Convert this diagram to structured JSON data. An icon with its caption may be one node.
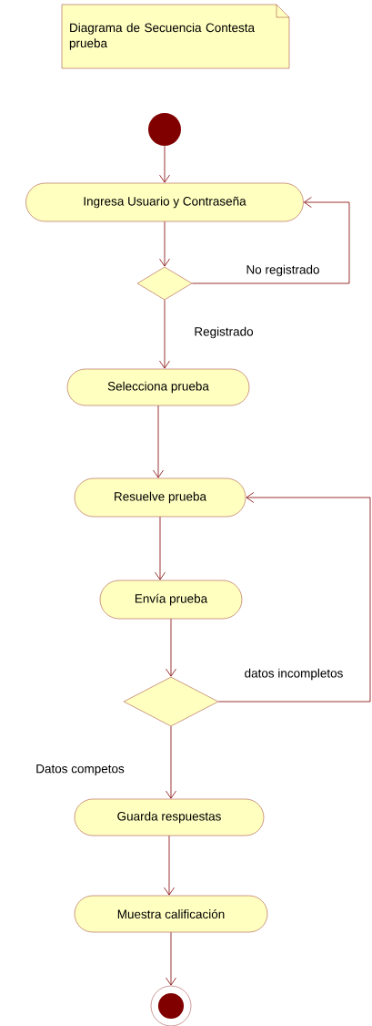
{
  "diagram": {
    "nodes": [
      {
        "text": [
          "Diagrama de Secuencia Contesta prueba"
        ]
      },
      {
        "text": [],
        "shape": "circle"
      },
      {
        "text": [
          "Ingresa Usuario y Contraseña"
        ]
      },
      {
        "text": [],
        "shape": "diamond"
      },
      {
        "text": [
          "Selecciona prueba"
        ]
      },
      {
        "text": [
          "Resuelve prueba"
        ]
      },
      {
        "text": [
          "Envía prueba"
        ]
      },
      {
        "text": [],
        "shape": "diamond"
      },
      {
        "text": [
          "Guarda respuestas"
        ]
      },
      {
        "text": [
          "Muestra calificación"
        ]
      },
      {
        "text": [],
        "shape": "bullseye"
      }
    ],
    "edges": [
      {
        "from": 1,
        "to": 2,
        "arrow": "to"
      },
      {
        "from": 2,
        "to": 3,
        "arrow": "to"
      },
      {
        "from": 3,
        "to": 2,
        "arrow": "to",
        "label": "No registrado"
      },
      {
        "from": 3,
        "to": 4,
        "arrow": "to",
        "label": "Registrado"
      },
      {
        "from": 4,
        "to": 5,
        "arrow": "to"
      },
      {
        "from": 5,
        "to": 6,
        "arrow": "to"
      },
      {
        "from": 6,
        "to": 7,
        "arrow": "to"
      },
      {
        "from": 7,
        "to": 5,
        "arrow": "to",
        "label": "datos incompletos"
      },
      {
        "from": 7,
        "to": 8,
        "arrow": "to",
        "label": "Datos competos"
      },
      {
        "from": 8,
        "to": 9,
        "arrow": "to"
      },
      {
        "from": 9,
        "to": 10,
        "arrow": "to"
      }
    ]
  }
}
